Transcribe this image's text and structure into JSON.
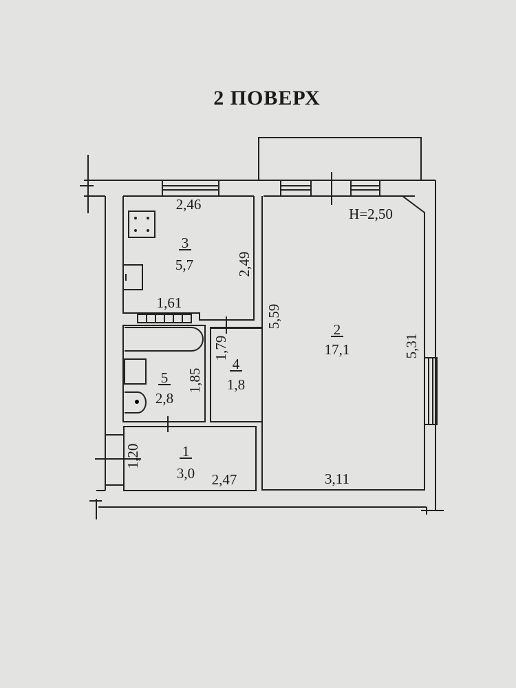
{
  "title": "2 ПОВЕРХ",
  "ceiling_height": "H=2,50",
  "rooms": [
    {
      "number": "1",
      "area": "3,0"
    },
    {
      "number": "2",
      "area": "17,1"
    },
    {
      "number": "3",
      "area": "5,7"
    },
    {
      "number": "4",
      "area": "1,8"
    },
    {
      "number": "5",
      "area": "2,8"
    }
  ],
  "dimensions": {
    "kitchen_width": "2,46",
    "kitchen_depth": "2,49",
    "kitchen_bottom": "1,61",
    "room2_depth": "5,59",
    "room2_right": "5,31",
    "room2_bottom": "3,11",
    "closet_depth": "1,79",
    "bath_depth": "1,85",
    "hall_depth": "1,20",
    "hall_width": "2,47"
  }
}
